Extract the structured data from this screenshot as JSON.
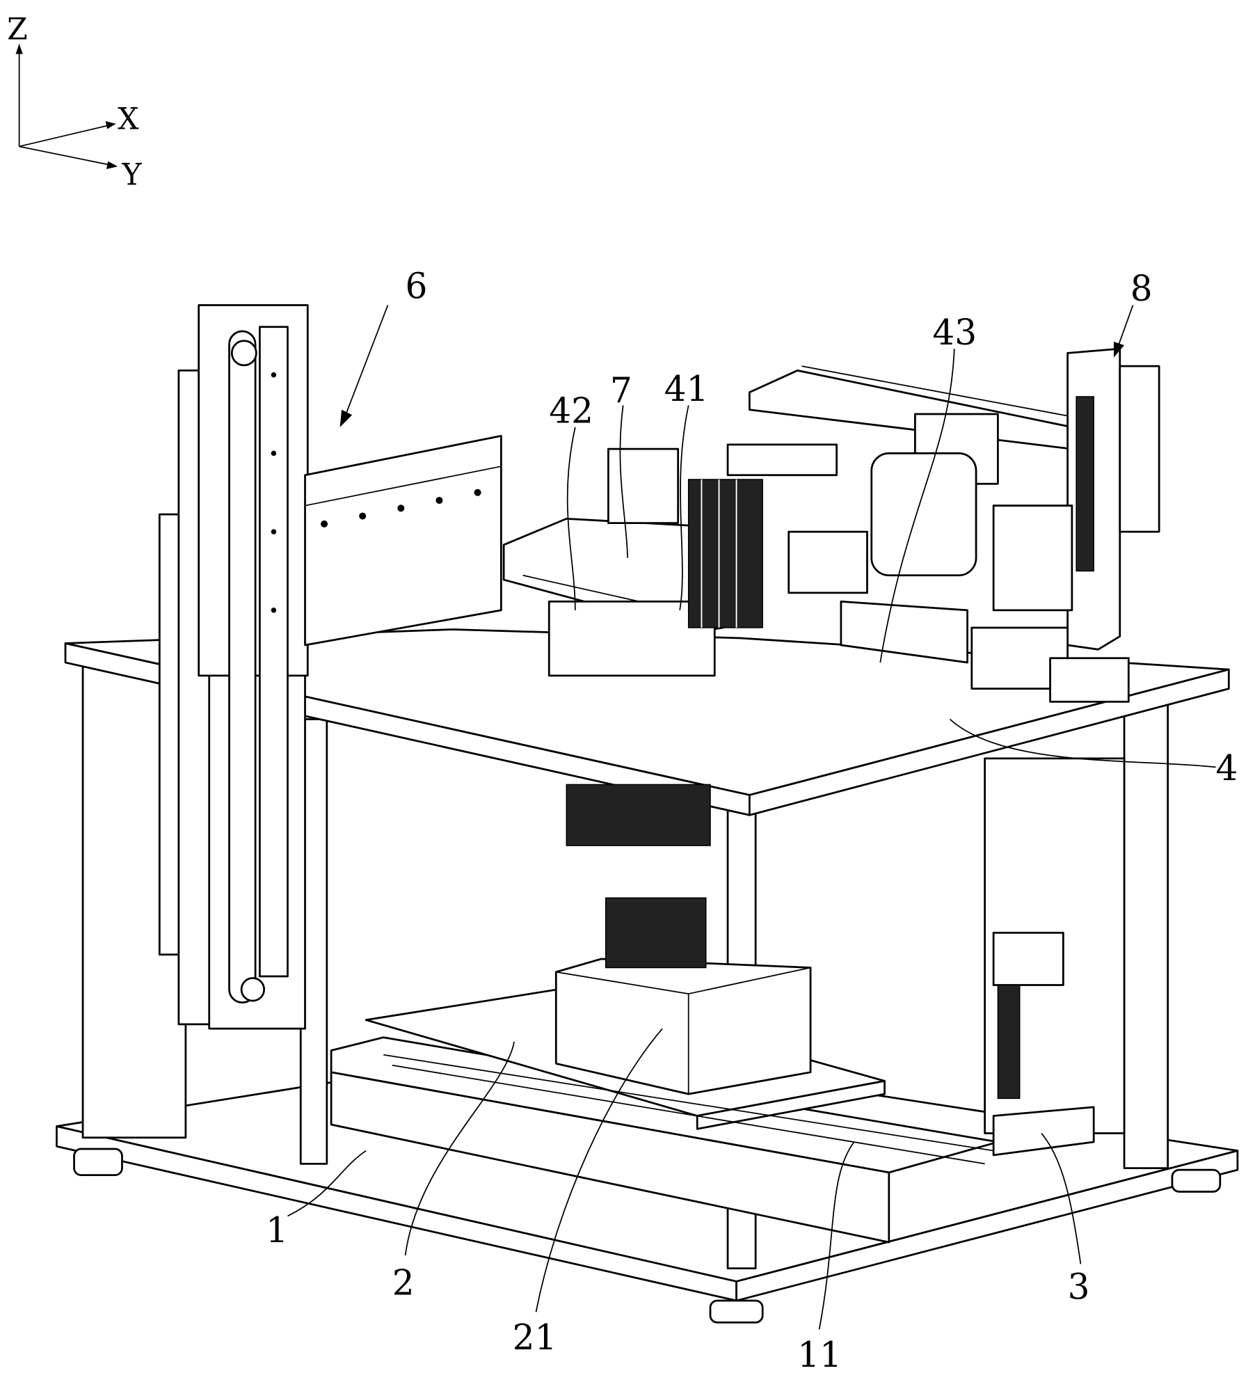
{
  "axes": {
    "z": "Z",
    "x": "X",
    "y": "Y"
  },
  "labels": {
    "l6": "6",
    "l8": "8",
    "l43": "43",
    "l42": "42",
    "l7": "7",
    "l41": "41",
    "l4": "4",
    "l1": "1",
    "l2": "2",
    "l21": "21",
    "l11": "11",
    "l3": "3"
  }
}
